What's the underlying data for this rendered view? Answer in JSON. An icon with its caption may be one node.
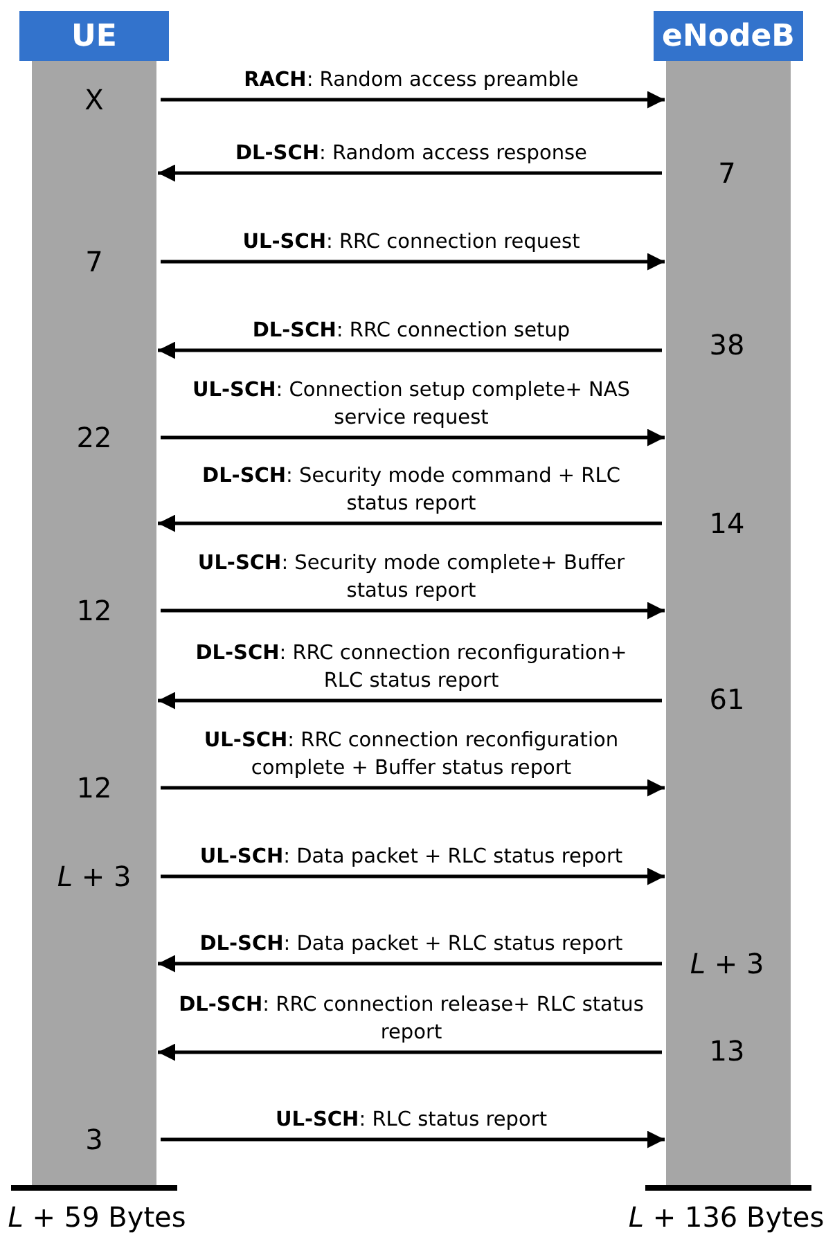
{
  "diagram": {
    "nodes": [
      {
        "text": [
          "UE"
        ]
      },
      {
        "text": [],
        "shape": "bar"
      },
      {
        "text": [
          "eNodeB"
        ]
      },
      {
        "text": [],
        "shape": "bar"
      }
    ],
    "edges": [
      {
        "from": 1,
        "to": 3,
        "arrow": "to",
        "label": "**RACH**: Random access preamble"
      },
      {
        "from": 3,
        "to": 1,
        "arrow": "to",
        "label": "**DL-SCH**: Random access response"
      },
      {
        "from": 1,
        "to": 3,
        "arrow": "to",
        "label": "**UL-SCH**: RRC connection request"
      },
      {
        "from": 3,
        "to": 1,
        "arrow": "to",
        "label": "**DL-SCH**: RRC connection setup"
      },
      {
        "from": 1,
        "to": 3,
        "arrow": "to",
        "label": "**UL-SCH**: Connection setup complete+ NAS service request"
      },
      {
        "from": 3,
        "to": 1,
        "arrow": "to",
        "label": "**DL-SCH**: Security mode command + RLC status report"
      },
      {
        "from": 1,
        "to": 3,
        "arrow": "to",
        "label": "**UL-SCH**: Security mode complete+ Buffer status report"
      },
      {
        "from": 3,
        "to": 1,
        "arrow": "to",
        "label": "**DL-SCH**: RRC connection reconfiguration+ RLC status report"
      },
      {
        "from": 1,
        "to": 3,
        "arrow": "to",
        "label": "**UL-SCH**: RRC connection reconfiguration complete + Buffer status report"
      },
      {
        "from": 1,
        "to": 3,
        "arrow": "to",
        "label": "**UL-SCH**: Data packet + RLC status report"
      },
      {
        "from": 3,
        "to": 1,
        "arrow": "to",
        "label": "**DL-SCH**: Data packet + RLC status report"
      },
      {
        "from": 3,
        "to": 1,
        "arrow": "to",
        "label": "**DL-SCH**: RRC connection release+ RLC status report"
      },
      {
        "from": 1,
        "to": 3,
        "arrow": "to",
        "label": "**UL-SCH**: RLC status report"
      }
    ],
    "labels": [
      "X",
      "7",
      "7",
      "38",
      "22",
      "14",
      "12",
      "61",
      "12",
      "*L* + 3",
      "*L* + 3",
      "13",
      "3",
      "*L* + 59 Bytes",
      "*L* + 136 Bytes"
    ]
  }
}
